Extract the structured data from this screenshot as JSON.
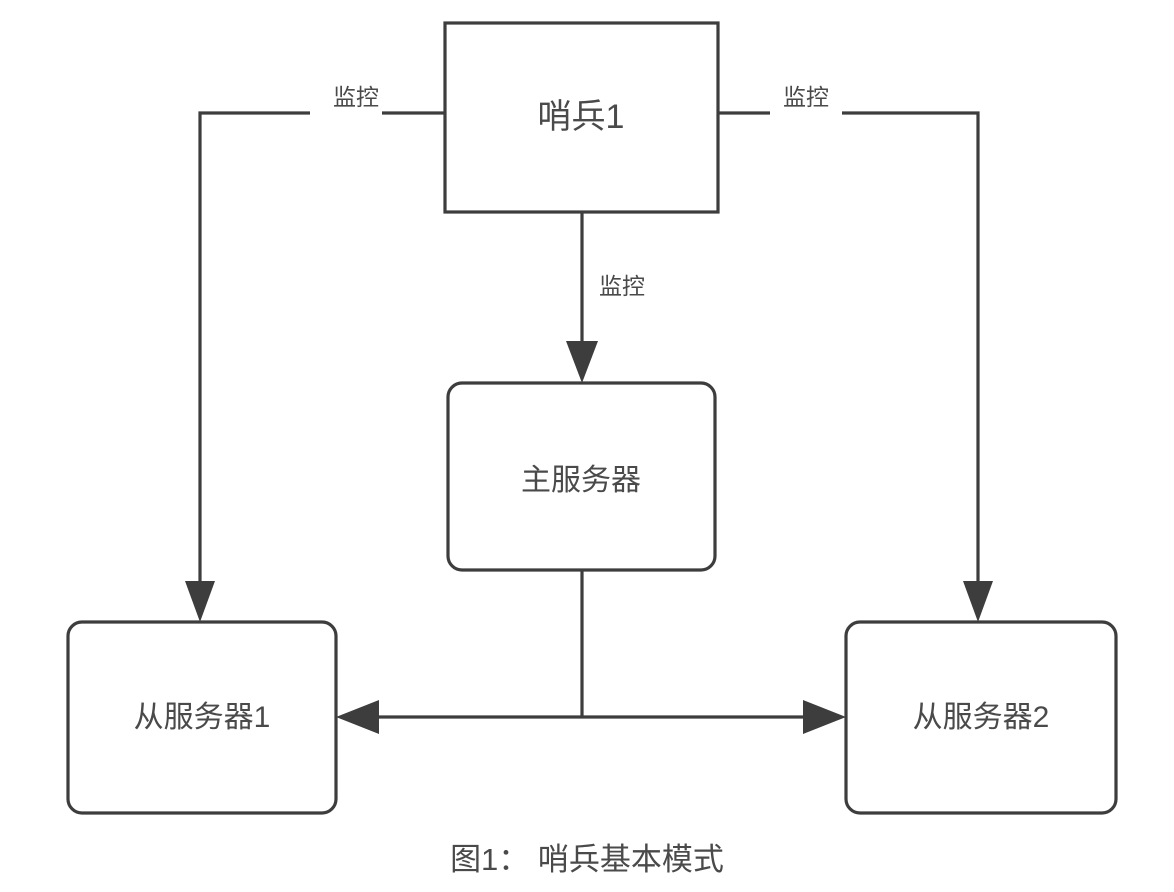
{
  "diagram": {
    "caption": "图1： 哨兵基本模式",
    "colors": {
      "stroke": "#3d3d3d",
      "text": "#4a4a4a",
      "background": "#ffffff",
      "node_fill": "#ffffff"
    },
    "nodes": [
      {
        "id": "sentinel1",
        "label": "哨兵1",
        "shape": "rect",
        "corner": "sharp"
      },
      {
        "id": "master",
        "label": "主服务器",
        "shape": "rect",
        "corner": "rounded"
      },
      {
        "id": "slave1",
        "label": "从服务器1",
        "shape": "rect",
        "corner": "rounded"
      },
      {
        "id": "slave2",
        "label": "从服务器2",
        "shape": "rect",
        "corner": "rounded"
      }
    ],
    "edges": [
      {
        "id": "sentinel-to-slave1",
        "from": "sentinel1",
        "to": "slave1",
        "label": "监控",
        "arrow": "to"
      },
      {
        "id": "sentinel-to-master",
        "from": "sentinel1",
        "to": "master",
        "label": "监控",
        "arrow": "to"
      },
      {
        "id": "sentinel-to-slave2",
        "from": "sentinel1",
        "to": "slave2",
        "label": "监控",
        "arrow": "to"
      },
      {
        "id": "master-to-slave1",
        "from": "master",
        "to": "slave1",
        "label": "",
        "arrow": "to"
      },
      {
        "id": "master-to-slave2",
        "from": "master",
        "to": "slave2",
        "label": "",
        "arrow": "to"
      }
    ]
  }
}
